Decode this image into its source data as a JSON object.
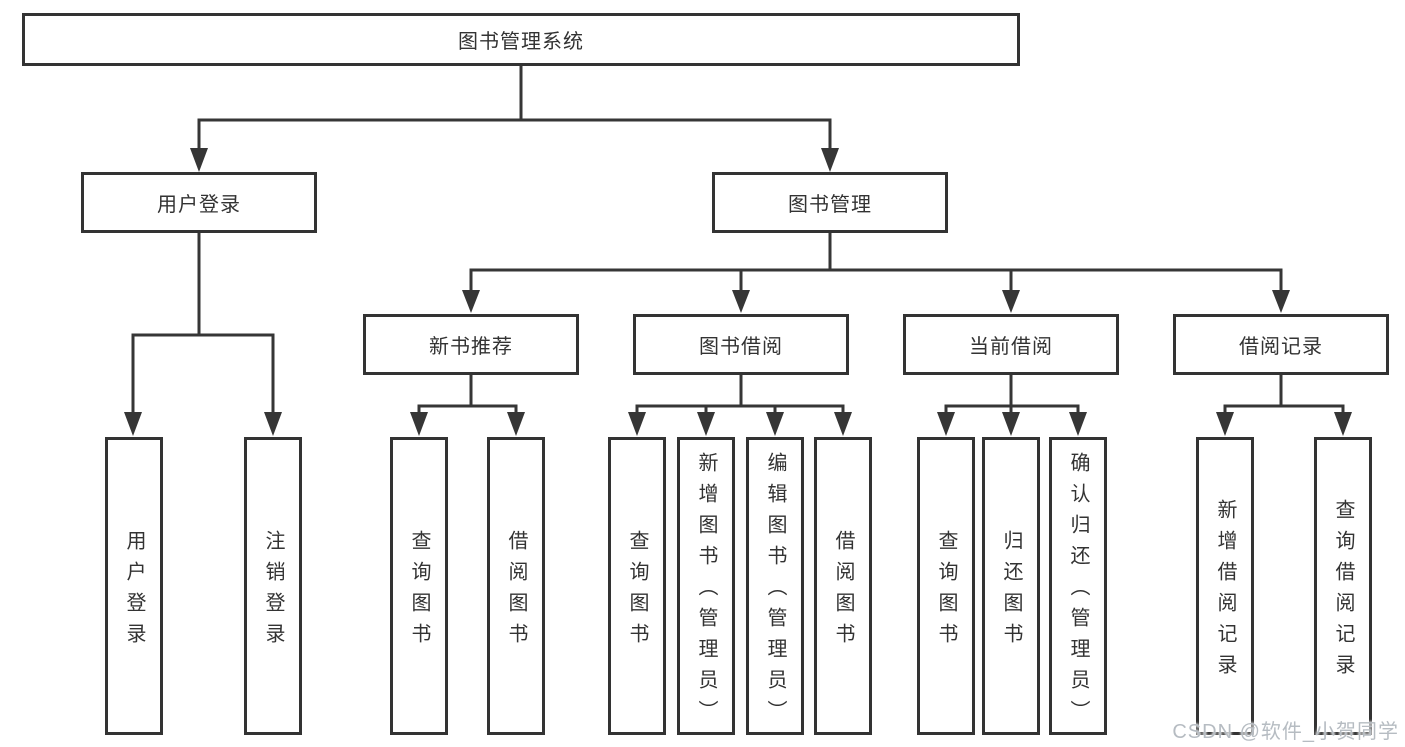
{
  "tree": {
    "root": {
      "label": "图书管理系统",
      "children": [
        {
          "label": "用户登录",
          "children": [
            {
              "label": "用户登录"
            },
            {
              "label": "注销登录"
            }
          ]
        },
        {
          "label": "图书管理",
          "children": [
            {
              "label": "新书推荐",
              "children": [
                {
                  "label": "查询图书"
                },
                {
                  "label": "借阅图书"
                }
              ]
            },
            {
              "label": "图书借阅",
              "children": [
                {
                  "label": "查询图书"
                },
                {
                  "label": "新增图书（管理员）"
                },
                {
                  "label": "编辑图书（管理员）"
                },
                {
                  "label": "借阅图书"
                }
              ]
            },
            {
              "label": "当前借阅",
              "children": [
                {
                  "label": "查询图书"
                },
                {
                  "label": "归还图书"
                },
                {
                  "label": "确认归还（管理员）"
                }
              ]
            },
            {
              "label": "借阅记录",
              "children": [
                {
                  "label": "新增借阅记录"
                },
                {
                  "label": "查询借阅记录"
                }
              ]
            }
          ]
        }
      ]
    }
  },
  "watermark": {
    "text": "CSDN @软件_小贺同学"
  },
  "colors": {
    "line": "#363636",
    "box_border": "#333333",
    "box_fill": "#ffffff",
    "text": "#333333",
    "watermark": "#b6bcc2"
  }
}
